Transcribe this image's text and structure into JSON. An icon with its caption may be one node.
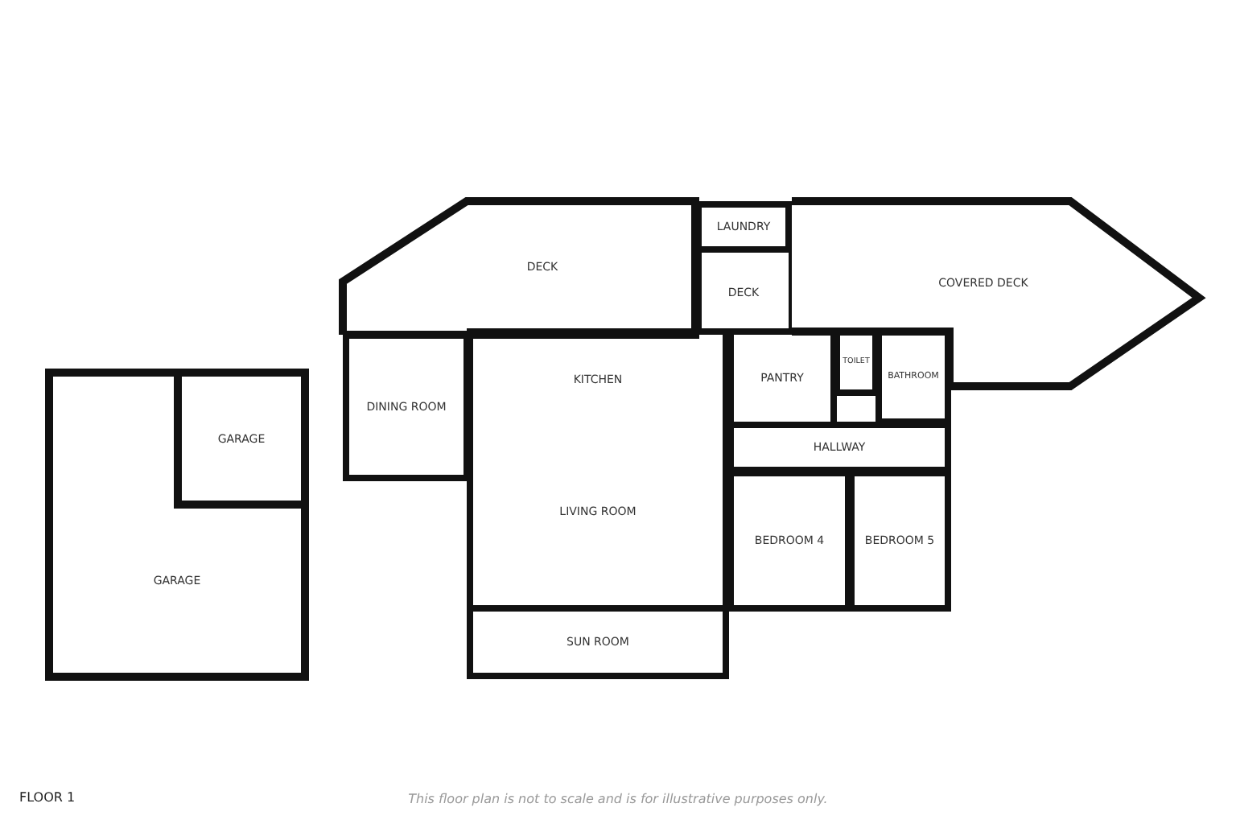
{
  "diagram": {
    "title": "FLOOR 1",
    "caption": "This floor plan is not to scale and is for illustrative purposes only.",
    "nodes": [
      {
        "text": [
          "DECK"
        ]
      },
      {
        "text": [
          "LAUNDRY"
        ]
      },
      {
        "text": [
          "COVERED DECK"
        ]
      },
      {
        "text": [
          "DECK"
        ]
      },
      {
        "text": [
          "DINING ROOM"
        ]
      },
      {
        "text": [
          "KITCHEN"
        ]
      },
      {
        "text": [
          "PANTRY"
        ]
      },
      {
        "text": [
          "TOILET"
        ]
      },
      {
        "text": [
          "BATHROOM"
        ]
      },
      {
        "text": [
          "GARAGE"
        ]
      },
      {
        "text": [
          "GARAGE"
        ],
        "in": 9
      },
      {
        "text": [
          "HALLWAY"
        ]
      },
      {
        "text": [
          "LIVING ROOM"
        ]
      },
      {
        "text": [
          "BEDROOM 4"
        ]
      },
      {
        "text": [
          "BEDROOM 5"
        ]
      },
      {
        "text": [
          "SUN ROOM"
        ]
      }
    ]
  }
}
